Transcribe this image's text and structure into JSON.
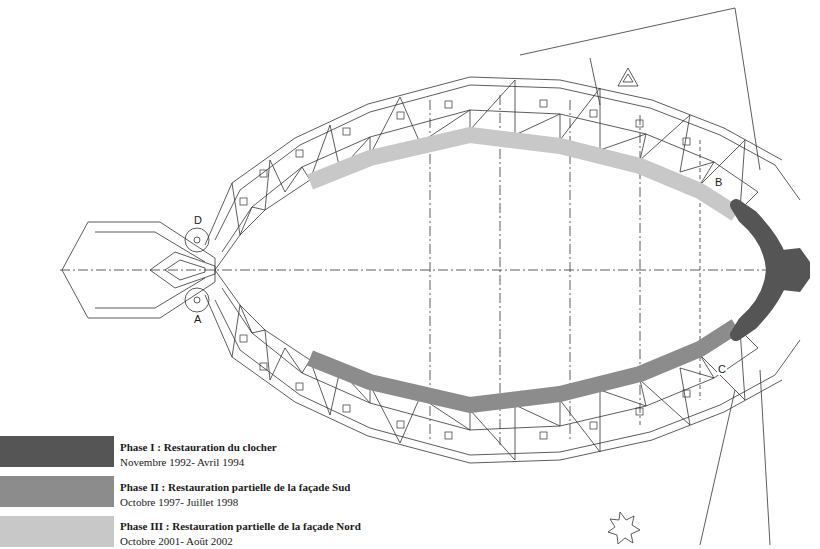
{
  "diagram": {
    "labels": [
      "D",
      "A",
      "B",
      "C",
      "Novembre 1992- Avril 1994",
      "Octobre 1997- Juillet 1998",
      "Octobre 2001- Août 2002"
    ],
    "legend": [
      {
        "text": "Phase I : Restauration du clocher",
        "color": "#555555"
      },
      {
        "text": "Phase II : Restauration partielle de la façade Sud",
        "color": "#8c8c8c"
      },
      {
        "text": "Phase III : Restauration partielle de la façade Nord",
        "color": "#c8c8c8"
      }
    ]
  }
}
